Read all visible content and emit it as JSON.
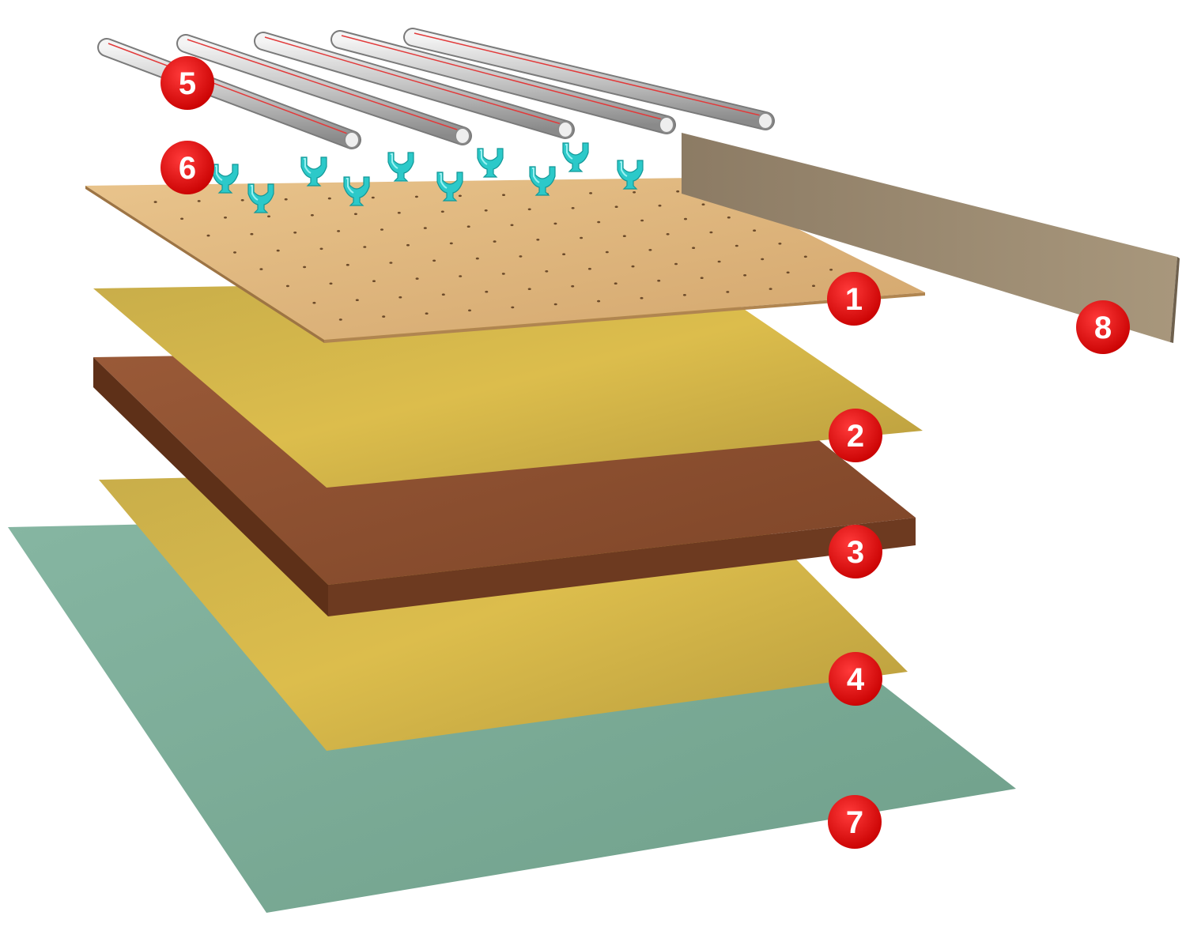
{
  "diagram": {
    "labels": [
      "1",
      "2",
      "3",
      "4",
      "5",
      "6",
      "7",
      "8"
    ]
  },
  "colors": {
    "badge": "#e40000",
    "perforated_board": "#dfb37a",
    "film_layer": "#c9ad44",
    "insulation_board": "#8a4d30",
    "base_layer": "#7aa994",
    "damper_tape": "#9e8c74",
    "clips": "#2cc9c9",
    "pipes": "#d8d8d8"
  },
  "icons": {
    "pipe": "pipe-icon",
    "clip": "pipe-clip-icon"
  }
}
